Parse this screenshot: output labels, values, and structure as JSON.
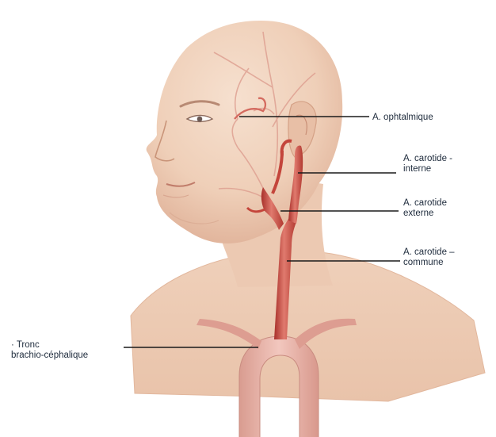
{
  "labels": {
    "ophtalmique": {
      "line1": "A. ophtalmique"
    },
    "carotide_interne": {
      "line1": "A. carotide -",
      "line2": "interne"
    },
    "carotide_externe": {
      "line1": "A. carotide",
      "line2": "externe"
    },
    "carotide_commune": {
      "line1": "A. carotide –",
      "line2": "commune"
    },
    "tronc": {
      "line1": "· Tronc",
      "line2": "brachio-céphalique"
    }
  },
  "colors": {
    "skin": "#f0d2bc",
    "skin_shadow": "#d9ab92",
    "artery": "#c9453a",
    "artery_highlight": "#ea8a7e",
    "aorta": "#e9b3a8",
    "leader_line": "#1a1a1a",
    "label_text": "#1e2b3c"
  }
}
